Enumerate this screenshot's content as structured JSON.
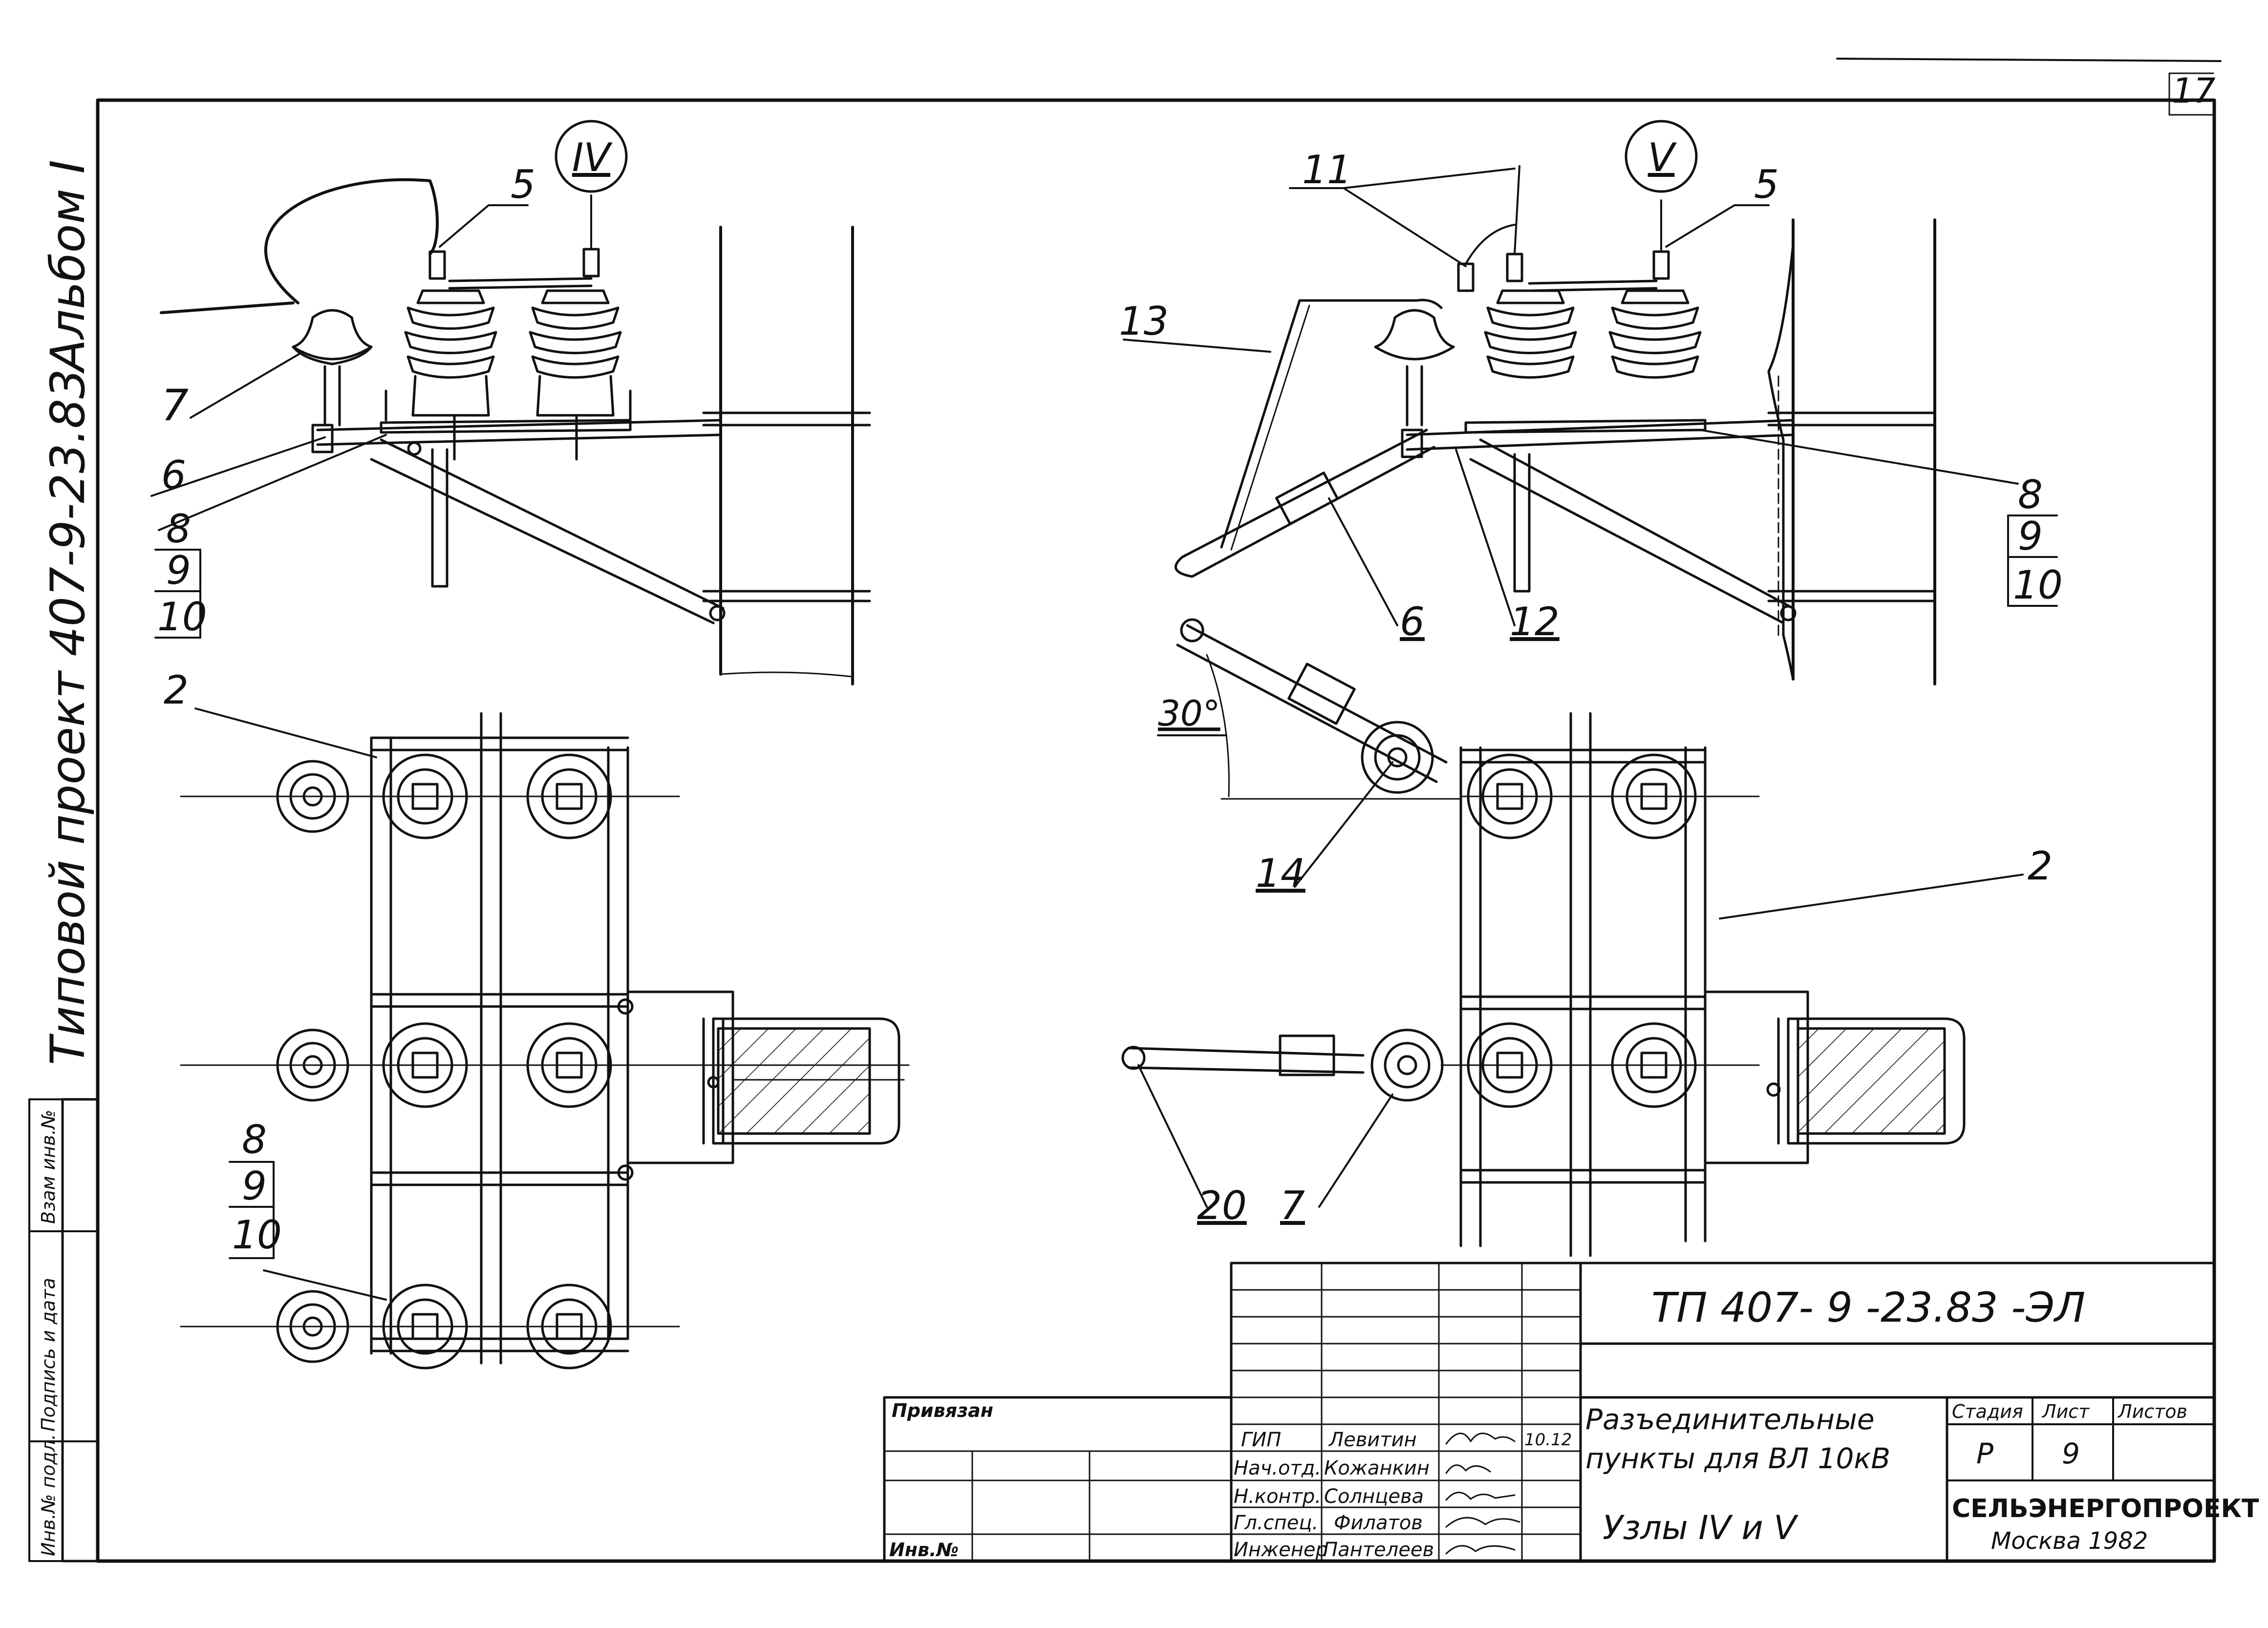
{
  "sheet_number": "17",
  "side": {
    "album": "Альбом I",
    "project": "Типовой проект 407-9-23.83",
    "stamp_labels": [
      "Инв.№ подл.",
      "Подпись и дата",
      "Взам инв.№"
    ]
  },
  "node_iv": {
    "marker": "IV",
    "callouts": [
      "5",
      "7",
      "6",
      "8",
      "9",
      "10",
      "2",
      "8",
      "9",
      "10"
    ]
  },
  "node_v": {
    "marker": "V",
    "callouts": [
      "11",
      "5",
      "13",
      "8",
      "9",
      "10",
      "6",
      "12",
      "30°",
      "14",
      "2",
      "20",
      "7"
    ]
  },
  "title_block": {
    "code": "ТП 407- 9 -23.83 -ЭЛ",
    "privyazan": "Привязан",
    "inv_no": "Инв.№",
    "roles": [
      "ГИП",
      "Нач.отд.",
      "Н.контр.",
      "Гл.спец.",
      "Инженер"
    ],
    "names": [
      "Левитин",
      "Кожанкин",
      "Солнцева",
      "Филатов",
      "Пантелеев"
    ],
    "date": "10.12",
    "title_line1": "Разъединительные",
    "title_line2": "пункты для ВЛ 10кВ",
    "subtitle": "Узлы IV и V",
    "stage_header": "Стадия",
    "sheet_header": "Лист",
    "sheets_header": "Листов",
    "stage": "Р",
    "sheet": "9",
    "sheets": "",
    "org": "СЕЛЬЭНЕРГОПРОЕКТ",
    "city": "Москва 1982"
  }
}
